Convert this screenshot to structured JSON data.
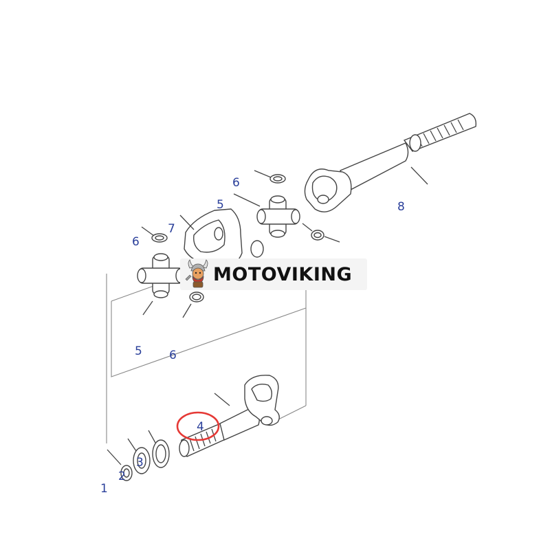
{
  "callouts": {
    "c1": "1",
    "c2": "2",
    "c3": "3",
    "c4": "4",
    "c5a": "5",
    "c5b": "5",
    "c6a": "6",
    "c6b": "6",
    "c6c": "6",
    "c7": "7",
    "c8": "8"
  },
  "watermark": {
    "text": "MOTOVIKING",
    "logo_icon": "viking-mascot-icon"
  },
  "colors": {
    "callout": "#2a3f9a",
    "highlight": "#e53935",
    "line": "#444444"
  }
}
